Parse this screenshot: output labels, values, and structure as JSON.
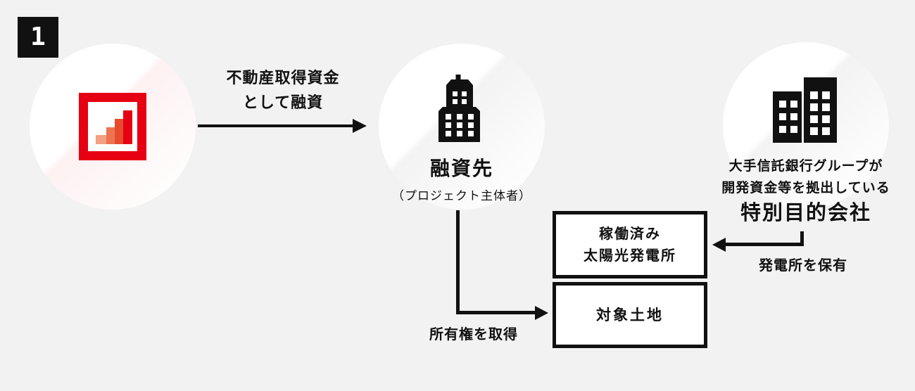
{
  "badge": {
    "number": "1"
  },
  "loan_arrow": {
    "label_line1": "不動産取得資金",
    "label_line2": "として融資"
  },
  "lender": {
    "icon": "bar-chart-logo"
  },
  "borrower": {
    "icon": "office-tower-icon",
    "name": "融資先",
    "subtitle": "（プロジェクト主体者）"
  },
  "spc": {
    "icon": "twin-buildings-icon",
    "desc_line1": "大手信託銀行グループが",
    "desc_line2": "開発資金等を拠出している",
    "name": "特別目的会社"
  },
  "plant_box": {
    "line1": "稼働済み",
    "line2": "太陽光発電所"
  },
  "land_box": {
    "label": "対象土地"
  },
  "own_arrow": {
    "label": "発電所を保有"
  },
  "acquire_arrow": {
    "label": "所有権を取得"
  },
  "colors": {
    "background": "#f2f2f2",
    "ink": "#111111",
    "red": "#e60012",
    "bar_light": "#f2a182",
    "bar_mid": "#ee7450",
    "bar_deep": "#e84a2d"
  }
}
